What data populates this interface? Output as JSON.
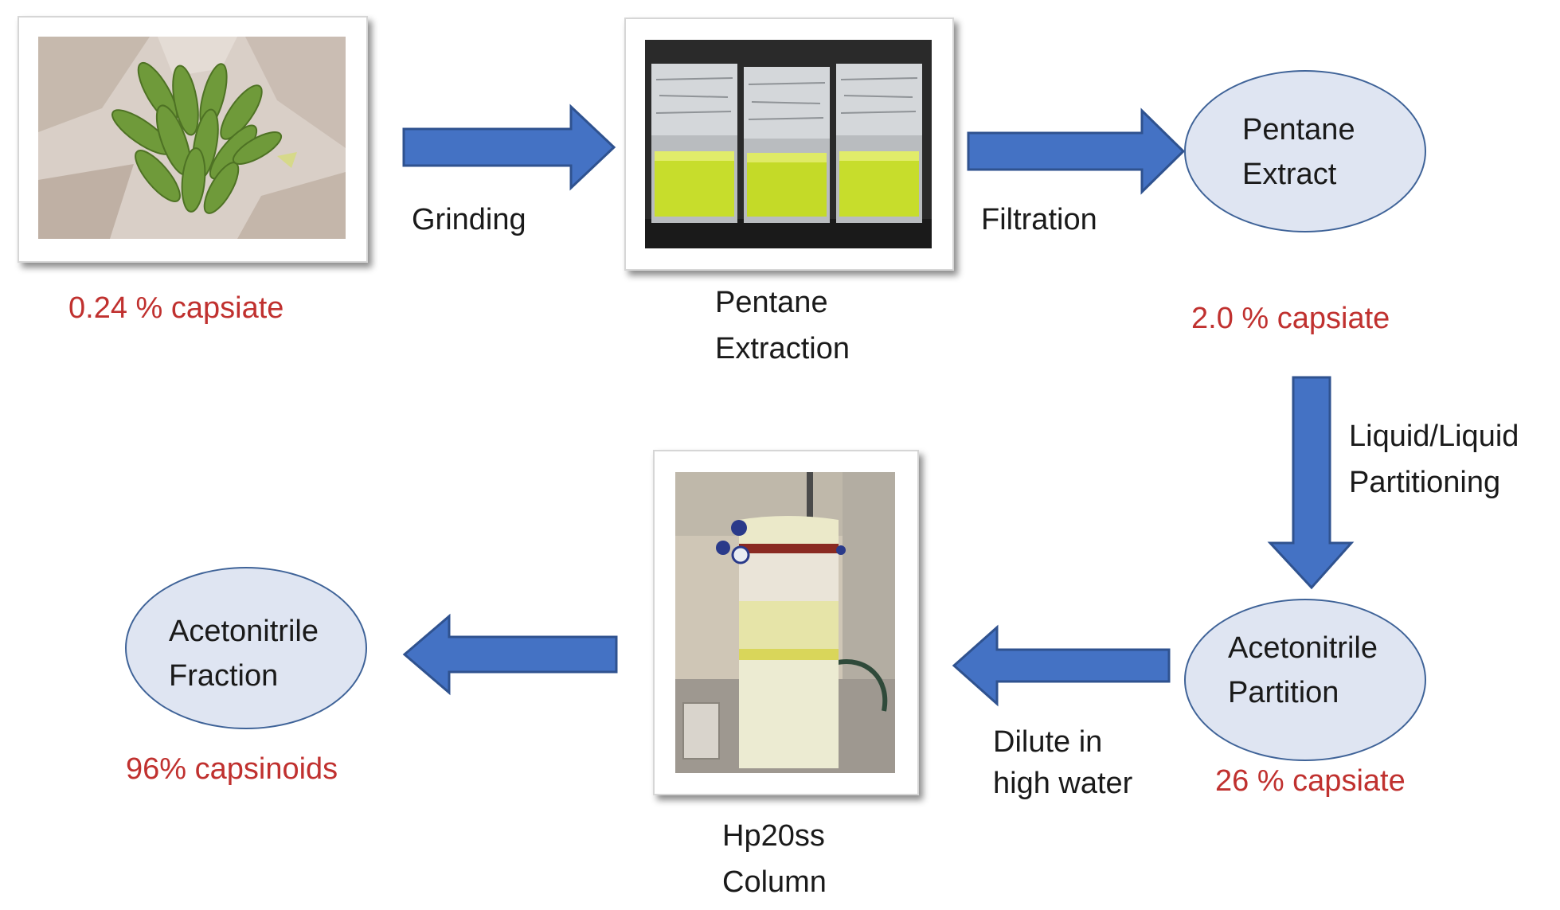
{
  "steps": {
    "grinding": "Grinding",
    "pentane_extraction": [
      "Pentane",
      "Extraction"
    ],
    "filtration": "Filtration",
    "liquid_partitioning": [
      "Liquid/Liquid",
      "Partitioning"
    ],
    "dilute": [
      "Dilute in",
      "high water"
    ],
    "hp20ss_column": [
      "Hp20ss",
      "Column"
    ]
  },
  "nodes": {
    "pentane_extract": [
      "Pentane",
      "Extract"
    ],
    "acetonitrile_partition": [
      "Acetonitrile",
      "Partition"
    ],
    "acetonitrile_fraction": [
      "Acetonitrile",
      "Fraction"
    ]
  },
  "purity": {
    "peppers": "0.24 % capsiate",
    "pentane_extract": "2.0 % capsiate",
    "acetonitrile_partition": "26 % capsiate",
    "final": "96% capsinoids"
  },
  "colors": {
    "arrow_fill": "#4472c4",
    "arrow_stroke": "#2f528f",
    "ellipse_fill": "#dfe5f2",
    "ellipse_stroke": "#3f6398",
    "purity_text": "#c0312f"
  }
}
